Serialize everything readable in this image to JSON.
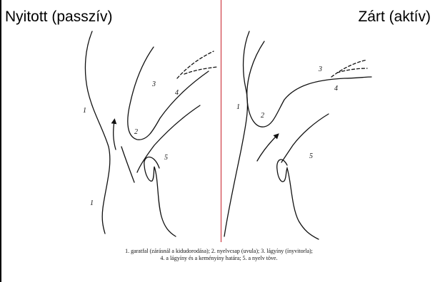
{
  "headings": {
    "left": "Nyitott (passzív)",
    "right": "Zárt (aktív)"
  },
  "labels": {
    "left": [
      "1",
      "1",
      "2",
      "3",
      "4",
      "5"
    ],
    "right": [
      "1",
      "2",
      "3",
      "4",
      "5"
    ]
  },
  "caption": {
    "line1": "1. garatfal (zárásnál a kidudorodása); 2. nyelvcsap (uvula); 3. lágyíny (ínyvitorla);",
    "line2": "4. a lágyíny és a keményíny határa; 5. a nyelv töve."
  },
  "colors": {
    "divider": "#c8202a",
    "ink": "#111111"
  }
}
